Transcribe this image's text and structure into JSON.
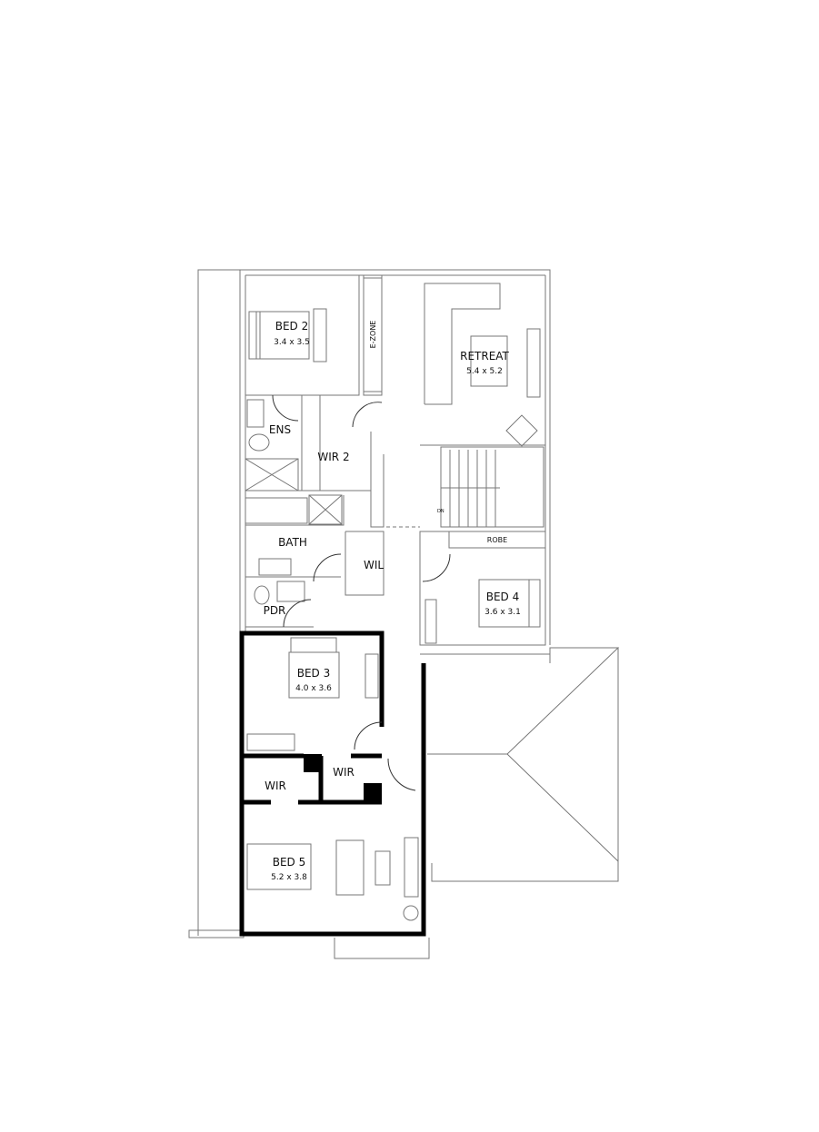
{
  "rooms": [
    {
      "name": "BED 2",
      "size": "3.4 x 3.5"
    },
    {
      "name": "E-ZONE"
    },
    {
      "name": "RETREAT",
      "size": "5.4 x 5.2"
    },
    {
      "name": "ENS"
    },
    {
      "name": "WIR 2"
    },
    {
      "name": "BATH"
    },
    {
      "name": "WIL"
    },
    {
      "name": "PDR"
    },
    {
      "name": "ROBE"
    },
    {
      "name": "BED 4",
      "size": "3.6 x 3.1"
    },
    {
      "name": "BED 3",
      "size": "4.0 x 3.6"
    },
    {
      "name": "WIR"
    },
    {
      "name": "WIR"
    },
    {
      "name": "BED 5",
      "size": "5.2 x 3.8"
    }
  ],
  "stair_label": "DN"
}
